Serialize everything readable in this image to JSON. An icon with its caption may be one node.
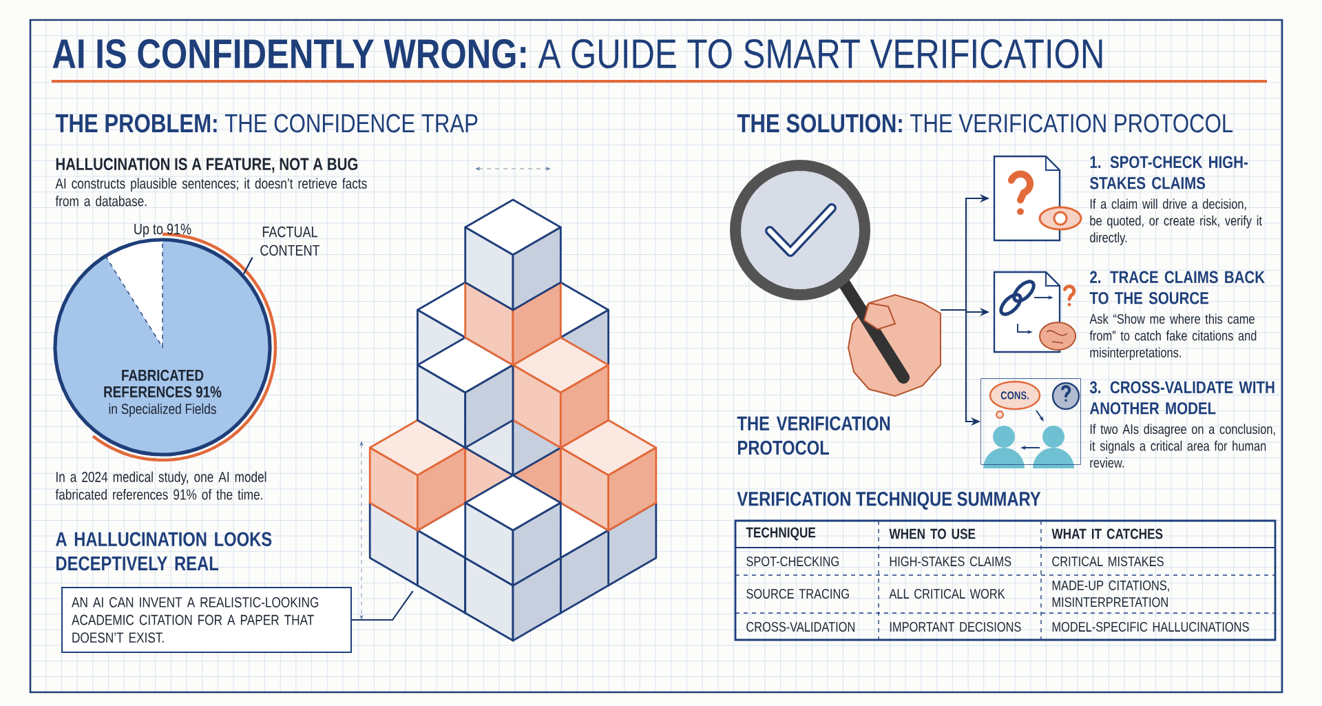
{
  "diagram": {
    "title": "**AI IS CONFIDENTLY WRONG:** A GUIDE TO SMART VERIFICATION",
    "nodes": [
      {
        "text": [
          "FABRICATED REFERENCES 91%",
          "in Specialized Fields"
        ],
        "beside": [
          "Up to 91%"
        ]
      },
      {
        "text": [
          "FACTUAL CONTENT"
        ]
      },
      {
        "text": [],
        "shape": "picture"
      },
      {
        "text": [
          "AN AI CAN INVENT A REALISTIC-LOOKING ACADEMIC CITATION FOR A PAPER THAT DOESN’T EXIST."
        ]
      },
      {
        "text": [],
        "shape": "picture"
      },
      {
        "text": [],
        "shape": "picture",
        "beside": [
          "1. SPOT-CHECK HIGH-STAKES CLAIMS",
          "If a claim will drive a decision, be quoted, or create risk, verify it directly."
        ]
      },
      {
        "text": [],
        "shape": "picture",
        "beside": [
          "2. TRACE CLAIMS BACK TO THE SOURCE",
          "Ask “Show me where this came from” to catch fake citations and misinterpretations."
        ]
      },
      {
        "text": [
          "CONS."
        ],
        "beside": [
          "3. CROSS-VALIDATE WITH ANOTHER MODEL",
          "If two AIs disagree on a conclusion, it signals a critical area for human review."
        ]
      }
    ],
    "edges": [
      {
        "from": 1,
        "to": 0,
        "arrow": "none"
      },
      {
        "from": 3,
        "to": 2,
        "arrow": "none"
      },
      {
        "from": 4,
        "to": 5,
        "arrow": "to"
      },
      {
        "from": 4,
        "to": 6,
        "arrow": "to"
      },
      {
        "from": 4,
        "to": 7,
        "arrow": "to"
      }
    ],
    "labels": [
      "**THE PROBLEM:** THE CONFIDENCE TRAP",
      "HALLUCINATION IS A FEATURE, NOT A BUG",
      "AI constructs plausible sentences; it doesn’t retrieve facts from a database.",
      "In a 2024 medical study, one AI model fabricated references 91% of the time.",
      "A HALLUCINATION LOOKS DECEPTIVELY REAL",
      "**THE SOLUTION:** THE VERIFICATION PROTOCOL",
      "THE VERIFICATION PROTOCOL",
      "VERIFICATION TECHNIQUE SUMMARY",
      "TECHNIQUE",
      "WHEN TO USE",
      "WHAT IT CATCHES",
      "SPOT-CHECKING",
      "HIGH-STAKES CLAIMS",
      "CRITICAL MISTAKES",
      "SOURCE TRACING",
      "ALL CRITICAL WORK",
      "MADE-UP CITATIONS, MISINTERPRETATION",
      "CROSS-VALIDATION",
      "IMPORTANT DECISIONS",
      "MODEL-SPECIFIC HALLUCINATIONS"
    ]
  }
}
